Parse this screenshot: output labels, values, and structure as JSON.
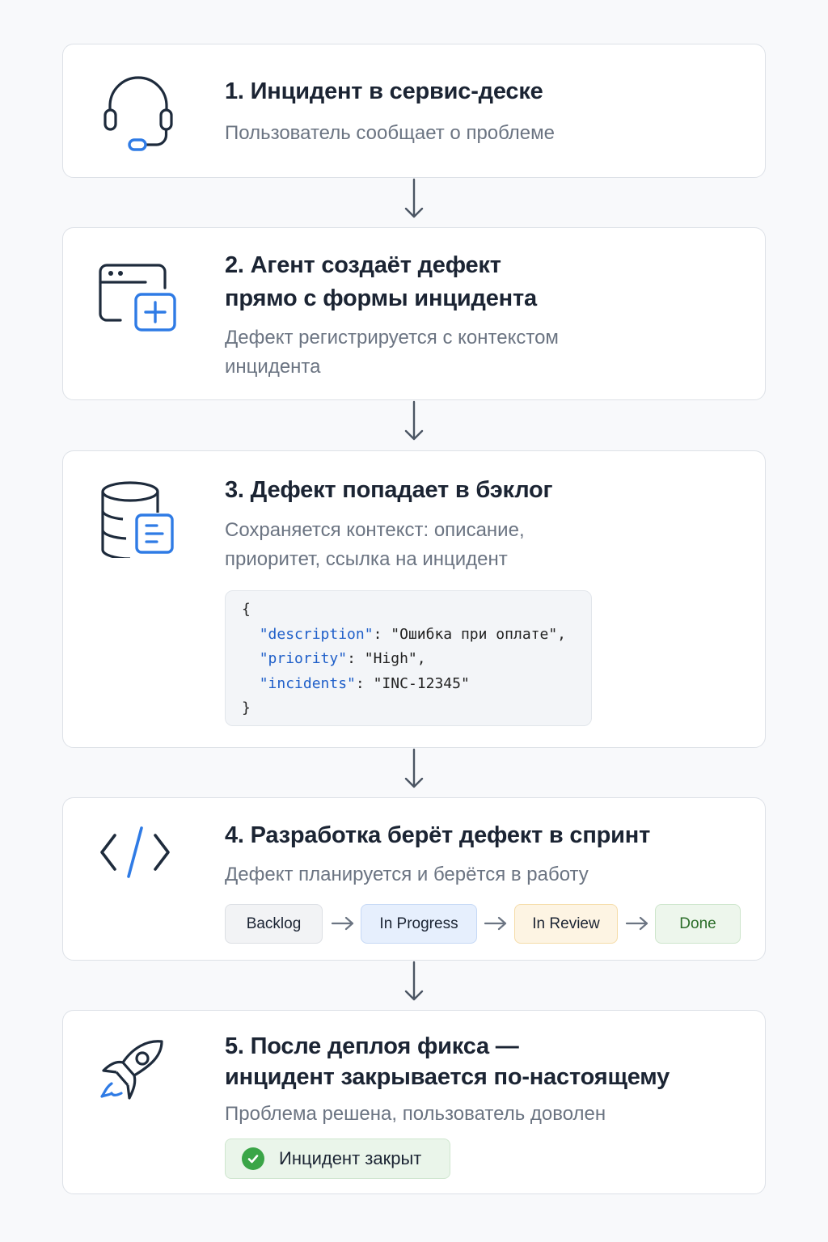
{
  "steps": [
    {
      "number": 1,
      "title": "1. Инцидент в сервис-деске",
      "subtitle": "Пользователь сообщает о проблеме",
      "icon": "headset-icon"
    },
    {
      "number": 2,
      "title_line1": "2. Агент создаёт дефект",
      "title_line2": "прямо с формы инцидента",
      "subtitle_line1": "Дефект регистрируется с контекстом",
      "subtitle_line2": "инцидента",
      "icon": "window-add-icon"
    },
    {
      "number": 3,
      "title": "3. Дефект попадает в бэклог",
      "subtitle_line1": "Сохраняется контекст: описание,",
      "subtitle_line2": "приоритет, ссылка на инцидент",
      "icon": "database-document-icon",
      "code": {
        "open": "{",
        "close": "}",
        "fields": [
          {
            "key": "\"description\"",
            "value": "\"Ошибка при оплате\",",
            "sep": ": "
          },
          {
            "key": "\"priority\"",
            "value": "\"High\",",
            "sep": ": "
          },
          {
            "key": "\"incidents\"",
            "value": "\"INC-12345\"",
            "sep": ": "
          }
        ]
      }
    },
    {
      "number": 4,
      "title": "4. Разработка берёт дефект в спринт",
      "subtitle": "Дефект планируется и берётся в работу",
      "icon": "code-icon",
      "statuses": [
        {
          "label": "Backlog",
          "bg": "#f2f3f5",
          "border": "#dcdfe4",
          "color": "#1b2433"
        },
        {
          "label": "In Progress",
          "bg": "#e6effd",
          "border": "#c5d8f5",
          "color": "#1b2433"
        },
        {
          "label": "In Review",
          "bg": "#fdf4e3",
          "border": "#f5dca8",
          "color": "#1b2433"
        },
        {
          "label": "Done",
          "bg": "#edf6ec",
          "border": "#cde5cb",
          "color": "#2c6e2a"
        }
      ]
    },
    {
      "number": 5,
      "title_line1": "5. После деплоя фикса —",
      "title_line2": "инцидент закрывается по-настоящему",
      "subtitle": "Проблема решена, пользователь доволен",
      "icon": "rocket-icon",
      "badge": "Инцидент закрыт"
    }
  ],
  "colors": {
    "accent": "#2f7be5",
    "icon_stroke": "#1e2b3c",
    "arrow": "#4b5563",
    "success": "#3aa547"
  }
}
